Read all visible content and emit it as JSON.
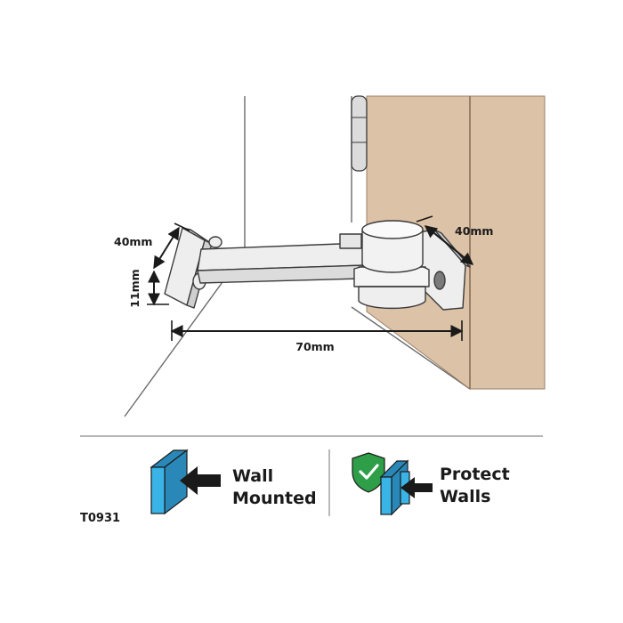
{
  "dimensions": {
    "left_plate_height": "40mm",
    "left_offset": "11mm",
    "right_plate_height": "40mm",
    "span": "70mm"
  },
  "features": [
    {
      "line1": "Wall",
      "line2": "Mounted",
      "icon": "wall-mount-arrow-icon"
    },
    {
      "line1": "Protect",
      "line2": "Walls",
      "icon": "shield-check-icon"
    }
  ],
  "product_code": "T0931",
  "colors": {
    "door": "#dcc2a6",
    "door_edge": "#c9ab8c",
    "metal": "#eeeeee",
    "outline": "#3a3a3a",
    "icon_blue": "#3ab4e6",
    "shield_green": "#2e9e48",
    "ink": "#1a1a1a"
  }
}
